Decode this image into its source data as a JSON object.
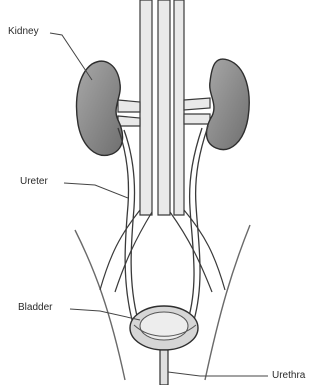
{
  "labels": {
    "kidney": "Kidney",
    "ureter": "Ureter",
    "bladder": "Bladder",
    "urethra": "Urethra"
  },
  "colors": {
    "kidney_fill": "#8c8c8c",
    "vessel_fill": "#e6e6e6",
    "outline": "#3a3a3a",
    "bladder_fill": "#d0d0d0"
  }
}
